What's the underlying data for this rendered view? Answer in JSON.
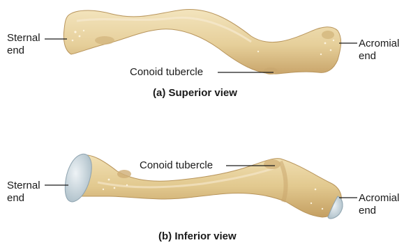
{
  "panels": [
    {
      "caption_letter": "(a)",
      "caption_text": "Superior view",
      "labels": {
        "sternal_line1": "Sternal",
        "sternal_line2": "end",
        "acromial_line1": "Acromial",
        "acromial_line2": "end",
        "conoid": "Conoid tubercle"
      }
    },
    {
      "caption_letter": "(b)",
      "caption_text": "Inferior view",
      "labels": {
        "sternal_line1": "Sternal",
        "sternal_line2": "end",
        "acromial_line1": "Acromial",
        "acromial_line2": "end",
        "conoid": "Conoid tubercle"
      }
    }
  ],
  "colors": {
    "bone_fill": "#e6cf9a",
    "bone_shadow": "#caa86e",
    "bone_highlight": "#f3e4bd",
    "joint_surface": "#c9d6dd",
    "leader_line": "#1a1a1a"
  }
}
